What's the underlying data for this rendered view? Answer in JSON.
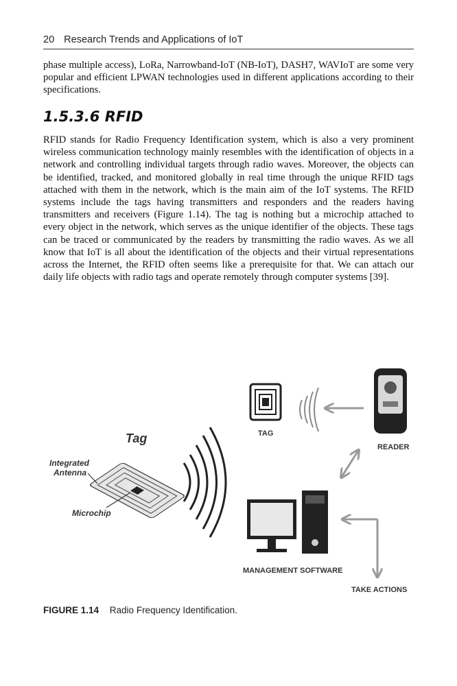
{
  "header": {
    "page_number": "20",
    "book_title": "Research Trends and Applications of IoT"
  },
  "body": {
    "intro_paragraph": "phase multiple access), LoRa, Narrowband-IoT (NB-IoT), DASH7, WAVIoT are some very popular and efficient LPWAN technologies used in different applications according to their specifications.",
    "section_heading": "1.5.3.6  RFID",
    "rfid_paragraph": "RFID stands for Radio Frequency Identification system, which is also a very prominent wireless communication technology mainly resembles with the identification of objects in a network and controlling individual targets through radio waves. Moreover, the objects can be identified, tracked, and monitored globally in real time through the unique RFID tags attached with them in the network, which is the main aim of the IoT systems. The RFID systems include the tags having transmitters and responders and the readers having transmitters and receivers (Figure 1.14). The tag is nothing but a microchip attached to every object in the network, which serves as the unique identifier of the objects. These tags can be traced or communicated by the readers by transmitting the radio waves. As we all know that IoT is all about the identification of the objects and their virtual representations across the Internet, the RFID often seems like a prerequisite for that. We can attach our daily life objects with radio tags and operate remotely through computer systems [39]."
  },
  "figure": {
    "labels": {
      "tag_title": "Tag",
      "integrated_antenna_line1": "Integrated",
      "integrated_antenna_line2": "Antenna",
      "microchip": "Microchip",
      "tag": "TAG",
      "reader": "READER",
      "management_software": "MANAGEMENT SOFTWARE",
      "take_actions": "TAKE ACTIONS"
    },
    "caption_label": "FIGURE 1.14",
    "caption_text": "Radio Frequency Identification."
  }
}
